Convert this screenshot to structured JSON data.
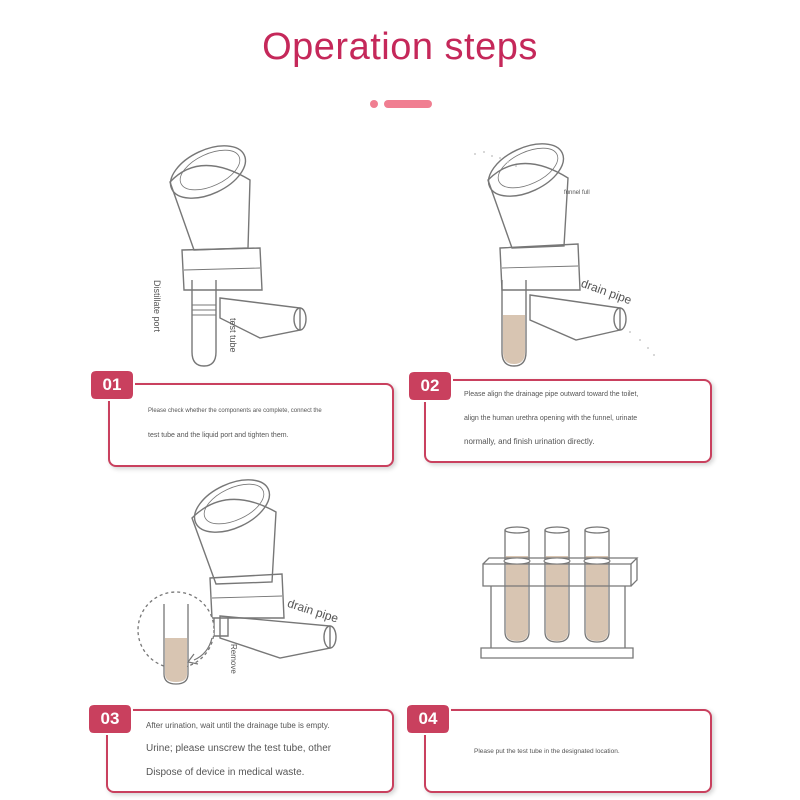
{
  "page": {
    "title": "Operation steps"
  },
  "colors": {
    "accent": "#c5285a",
    "badge": "#c9405e",
    "title_bar": "#f07e91",
    "liquid": "#d8c5b2",
    "line": "#777777"
  },
  "illustrations": {
    "step1": {
      "label_port": "Distillate port",
      "label_tube": "test tube"
    },
    "step2": {
      "label_funnel": "funnel full",
      "label_pipe": "drain pipe"
    },
    "step3": {
      "label_pipe": "drain pipe",
      "label_remove": "Remove"
    }
  },
  "steps": [
    {
      "number": "01",
      "lines": [
        "Please check whether the components are complete, connect the",
        "test tube and the liquid port and tighten them."
      ]
    },
    {
      "number": "02",
      "lines": [
        "Please align the drainage pipe outward toward the toilet,",
        "align the human urethra opening with the funnel, urinate",
        "normally, and finish urination directly."
      ]
    },
    {
      "number": "03",
      "lines": [
        "After urination, wait until the drainage tube is empty.",
        "Urine; please unscrew the test tube, other",
        "Dispose of device in medical waste."
      ]
    },
    {
      "number": "04",
      "lines": [
        "Please put the test tube in the designated location."
      ]
    }
  ]
}
